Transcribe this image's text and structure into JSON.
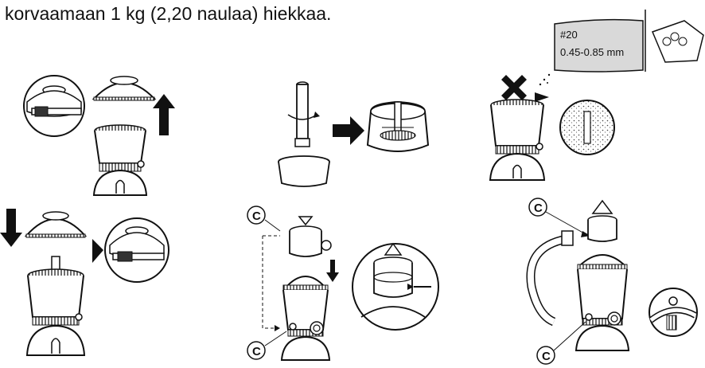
{
  "instruction_text": "korvaamaan 1 kg (2,20 naulaa) hiekkaa.",
  "sand_bag": {
    "grade": "#20",
    "size_range": "0.45-0.85 mm"
  },
  "callout_letter": "C",
  "colors": {
    "line": "#111111",
    "panel_gray": "#d9d9d9",
    "white": "#ffffff"
  },
  "icons": [
    "up-arrow-icon",
    "down-arrow-icon",
    "right-arrow-icon",
    "cross-icon",
    "rotate-arrow-icon"
  ]
}
